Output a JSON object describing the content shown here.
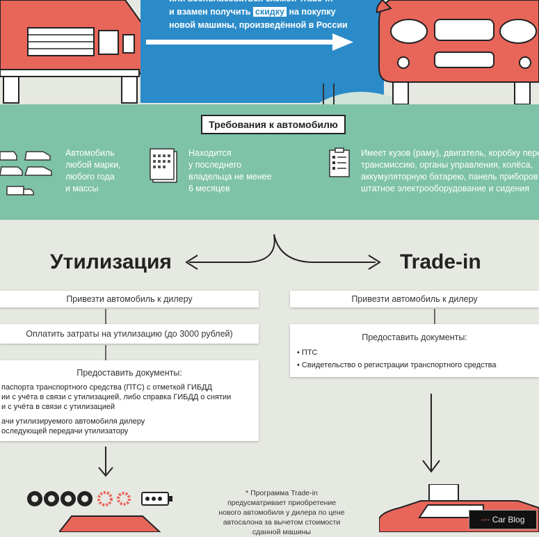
{
  "banner": {
    "line1": "или воспользоваться схемой Trade-in",
    "line2_prefix": "и взамен получить",
    "line2_highlight": "скидку",
    "line2_suffix": "на покупку",
    "line3": "новой машины, произведённой в России"
  },
  "requirements": {
    "title": "Требования к автомобилю",
    "col1": [
      "Автомобиль",
      "любой марки,",
      "любого года",
      "и массы"
    ],
    "col2": [
      "Находится",
      "у последнего",
      "владельца не менее",
      "6 месяцев"
    ],
    "col3": [
      "Имеет кузов (раму), двигатель, коробку пере",
      "трансмиссию, органы управления, колёса,",
      "аккумуляторную батарею, панель приборов",
      "штатное электрооборудование и сидения"
    ]
  },
  "left": {
    "title": "Утилизация",
    "step1": "Привезти автомобиль к дилеру",
    "step2": "Оплатить затраты на утилизацию (до 3000 рублей)",
    "step3_title": "Предоставить документы:",
    "step3_lines": [
      "паспорта транспортного средства (ПТС) с отметкой ГИБДД",
      "ии с учёта в связи с утилизацией, либо справка ГИБДД о снятии",
      "и с учёта в связи с утилизацией",
      "ачи утилизируемого автомобиля дилеру",
      "оследующей передачи утилизатору"
    ]
  },
  "right": {
    "title": "Trade-in",
    "step1": "Привезти автомобиль к дилеру",
    "step2_title": "Предоставить документы:",
    "step2_items": [
      "ПТС",
      "Свидетельство о регистрации транспортного средства"
    ]
  },
  "footnote": [
    "* Программа Trade-in",
    "предусматривает приобретение",
    "нового автомобиля у дилера по цене",
    "автосалона за вычетом стоимости",
    "сданной машины"
  ],
  "watermark": "Car Blog",
  "colors": {
    "sign": "#2b8bc8",
    "green": "#7ec2a8",
    "car": "#e8655a",
    "background": "#e6e8e2"
  }
}
